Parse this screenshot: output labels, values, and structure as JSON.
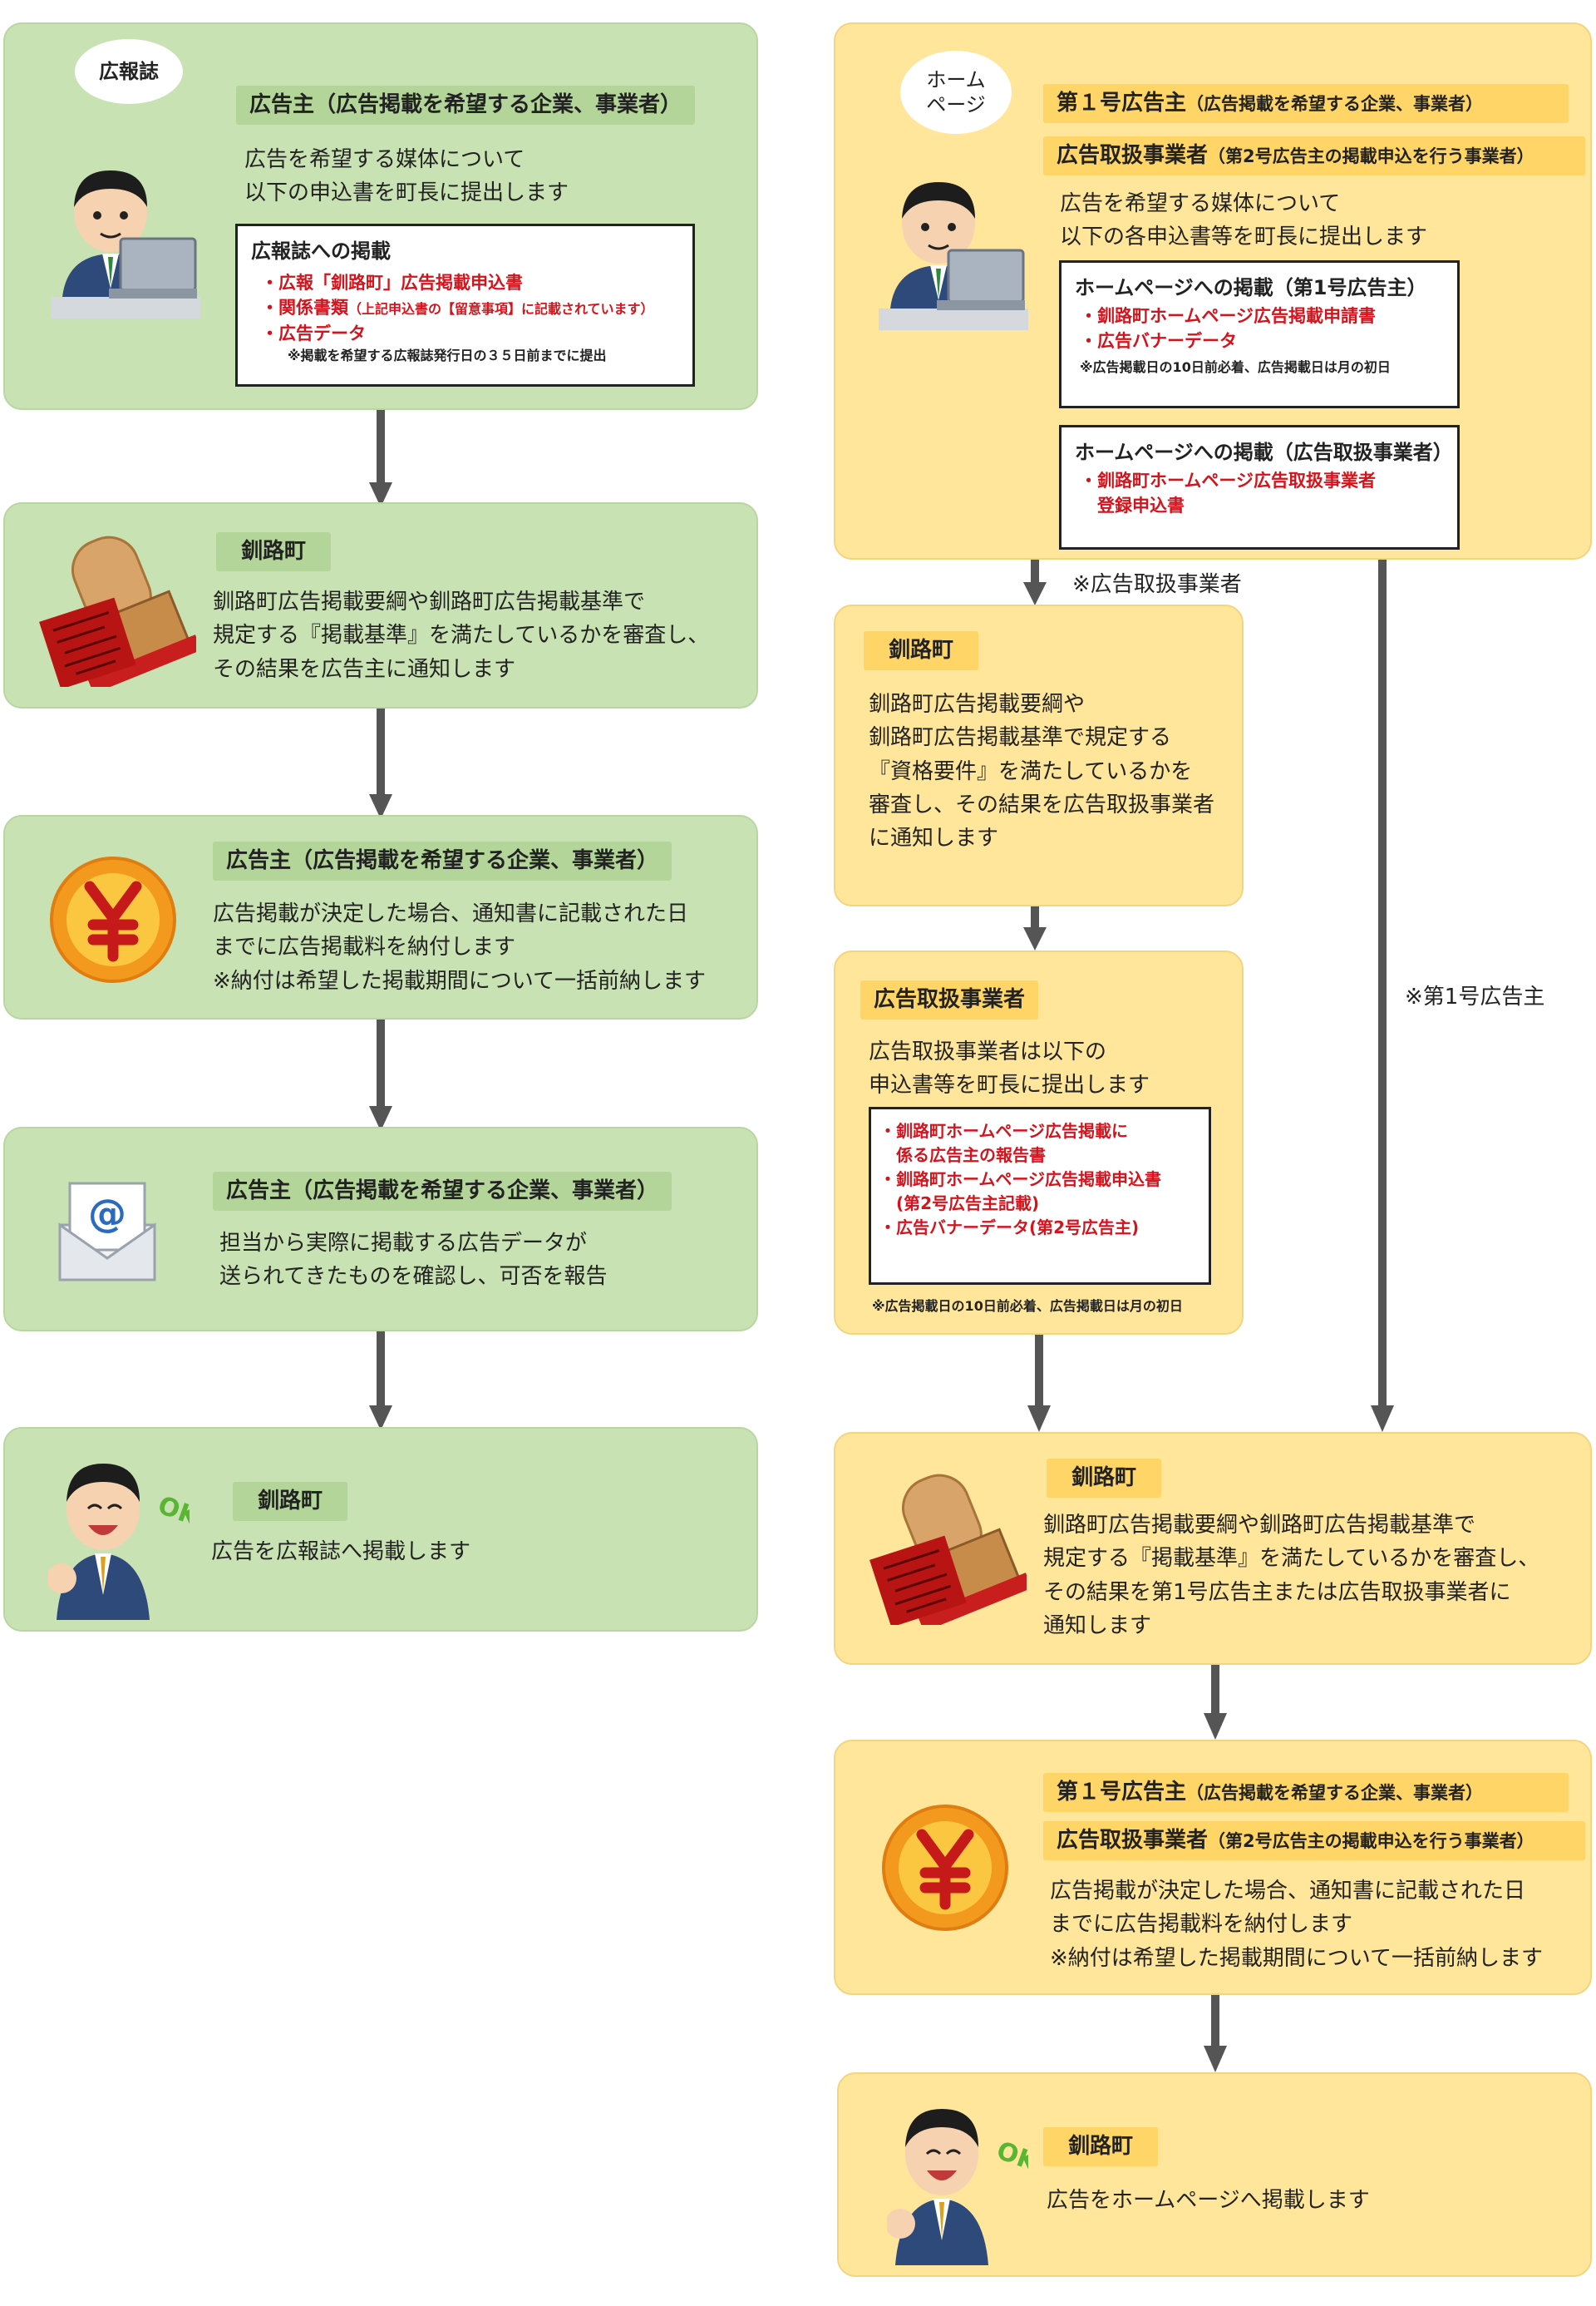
{
  "left": {
    "bubble": "広報誌",
    "step1": {
      "tag": "広告主（広告掲載を希望する企業、事業者）",
      "lines": [
        "広告を希望する媒体について",
        "以下の申込書を町長に提出します"
      ],
      "doc_title": "広報誌への掲載",
      "doc_items": [
        "・広報「釧路町」広告掲載申込書",
        "・関係書類",
        "・広告データ"
      ],
      "doc_item_note": "（上記申込書の【留意事項】に記載されています）",
      "doc_note": "※掲載を希望する広報誌発行日の３５日前までに提出"
    },
    "step2": {
      "tag": "釧路町",
      "lines": [
        "釧路町広告掲載要綱や釧路町広告掲載基準で",
        "規定する『掲載基準』を満たしているかを審査し、",
        "その結果を広告主に通知します"
      ]
    },
    "step3": {
      "tag": "広告主（広告掲載を希望する企業、事業者）",
      "lines": [
        "広告掲載が決定した場合、通知書に記載された日",
        "までに広告掲載料を納付します",
        "※納付は希望した掲載期間について一括前納します"
      ]
    },
    "step4": {
      "tag": "広告主（広告掲載を希望する企業、事業者）",
      "lines": [
        "担当から実際に掲載する広告データが",
        "送られてきたものを確認し、可否を報告"
      ]
    },
    "step5": {
      "tag": "釧路町",
      "lines": [
        "広告を広報誌へ掲載します"
      ]
    }
  },
  "right": {
    "bubble_lines": [
      "ホーム",
      "ページ"
    ],
    "step1": {
      "tag1": "第１号広告主",
      "tag1_small": "（広告掲載を希望する企業、事業者）",
      "tag2": "広告取扱事業者",
      "tag2_small": "（第2号広告主の掲載申込を行う事業者）",
      "lines": [
        "広告を希望する媒体について",
        "以下の各申込書等を町長に提出します"
      ],
      "doc1_title": "ホームページへの掲載（第1号広告主）",
      "doc1_items": [
        "・釧路町ホームページ広告掲載申請書",
        "・広告バナーデータ"
      ],
      "doc1_note": "※広告掲載日の10日前必着、広告掲載日は月の初日",
      "doc2_title": "ホームページへの掲載（広告取扱事業者）",
      "doc2_items": [
        "・釧路町ホームページ広告取扱事業者",
        "　登録申込書"
      ]
    },
    "note_agency": "※広告取扱事業者",
    "note_first": "※第1号広告主",
    "step2": {
      "tag": "釧路町",
      "lines": [
        "釧路町広告掲載要綱や",
        "釧路町広告掲載基準で規定する",
        "『資格要件』を満たしているかを",
        "審査し、その結果を広告取扱事業者",
        "に通知します"
      ]
    },
    "step3": {
      "tag": "広告取扱事業者",
      "lines": [
        "広告取扱事業者は以下の",
        "申込書等を町長に提出します"
      ],
      "doc_items": [
        "・釧路町ホームページ広告掲載に",
        "　係る広告主の報告書",
        "・釧路町ホームページ広告掲載申込書",
        "　(第2号広告主記載)",
        "・広告バナーデータ(第2号広告主)"
      ],
      "doc_note": "※広告掲載日の10日前必着、広告掲載日は月の初日"
    },
    "step4": {
      "tag": "釧路町",
      "lines": [
        "釧路町広告掲載要綱や釧路町広告掲載基準で",
        "規定する『掲載基準』を満たしているかを審査し、",
        "その結果を第1号広告主または広告取扱事業者に",
        "通知します"
      ]
    },
    "step5": {
      "tag1": "第１号広告主",
      "tag1_small": "（広告掲載を希望する企業、事業者）",
      "tag2": "広告取扱事業者",
      "tag2_small": "（第2号広告主の掲載申込を行う事業者）",
      "lines": [
        "広告掲載が決定した場合、通知書に記載された日",
        "までに広告掲載料を納付します",
        "※納付は希望した掲載期間について一括前納します"
      ]
    },
    "step6": {
      "tag": "釧路町",
      "lines": [
        "広告をホームページへ掲載します"
      ]
    }
  },
  "icons": {
    "person_pc": "person-at-computer-icon",
    "stamp": "seal-stamp-icon",
    "yen": "yen-coin-icon",
    "mail": "email-envelope-icon",
    "ok": "person-ok-icon",
    "ok_text": "OK!"
  },
  "colors": {
    "green_bg": "#c9e2b3",
    "yellow_bg": "#ffe69b",
    "red_text": "#d4141d",
    "arrow": "#555555"
  }
}
